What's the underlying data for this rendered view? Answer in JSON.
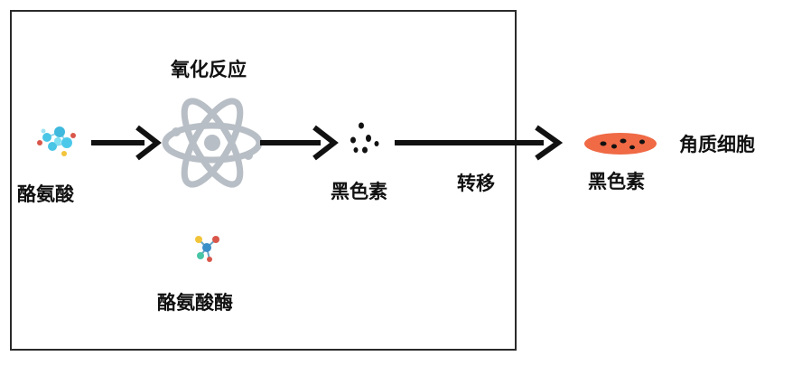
{
  "labels": {
    "tyrosine": "酪氨酸",
    "oxidation": "氧化反应",
    "tyrosinase": "酪氨酸酶",
    "melanin_box": "黑色素",
    "transfer": "转移",
    "melanin_cell": "黑色素",
    "keratinocyte": "角质细胞"
  },
  "icons": {
    "tyrosine_molecule": "molecule-icon",
    "atom": "atom-icon",
    "enzyme_molecule": "molecule-icon",
    "melanin_particles": "melanin-particles-icon",
    "cell": "cell-icon"
  },
  "colors": {
    "arrow": "#111111",
    "atom": "#b8bec5",
    "molecule_blue": "#49c5e6",
    "molecule_red": "#d8574a",
    "molecule_yellow": "#f2c43a",
    "cell_fill": "#ef6a45",
    "particle": "#111111"
  }
}
